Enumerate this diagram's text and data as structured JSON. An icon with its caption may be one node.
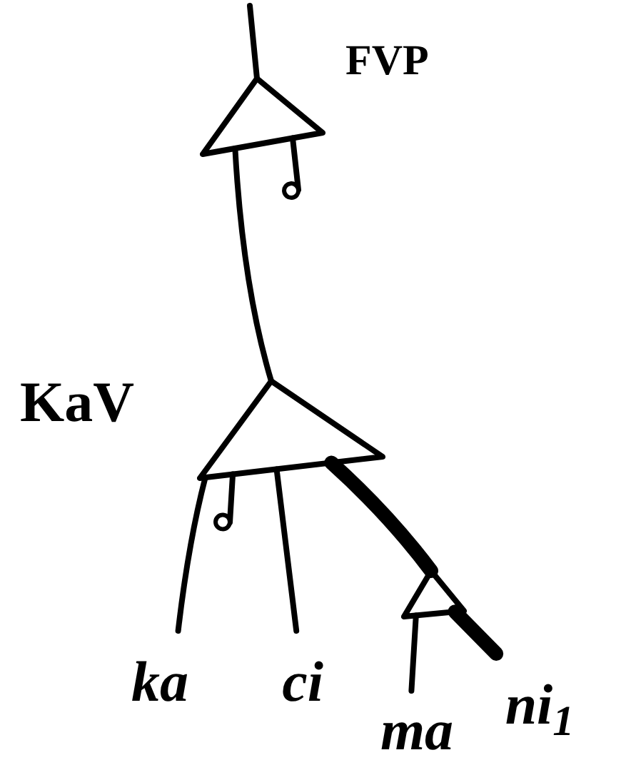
{
  "diagram": {
    "nodes": [
      {
        "text": [],
        "shape": "triangle",
        "beside": [
          "FVP"
        ]
      },
      {
        "text": [],
        "shape": "triangle",
        "beside": [
          "KaV"
        ]
      },
      {
        "text": [],
        "shape": "triangle"
      },
      {
        "text": [
          "ka"
        ]
      },
      {
        "text": [
          "ci"
        ]
      },
      {
        "text": [
          "ma"
        ]
      },
      {
        "text": [
          "ni$_{1}$"
        ]
      }
    ],
    "edges": [
      {
        "from": null,
        "to": 0,
        "arrow": "none"
      },
      {
        "from": 0,
        "to": 1,
        "arrow": "none"
      },
      {
        "from": 0,
        "to": null,
        "arrow": "other"
      },
      {
        "from": 1,
        "to": 3,
        "arrow": "none"
      },
      {
        "from": 1,
        "to": null,
        "arrow": "other"
      },
      {
        "from": 1,
        "to": 4,
        "arrow": "none"
      },
      {
        "from": 1,
        "to": 2,
        "arrow": "none",
        "style": "thick"
      },
      {
        "from": 2,
        "to": 5,
        "arrow": "none"
      },
      {
        "from": 2,
        "to": 6,
        "arrow": "none",
        "style": "thick"
      }
    ]
  }
}
